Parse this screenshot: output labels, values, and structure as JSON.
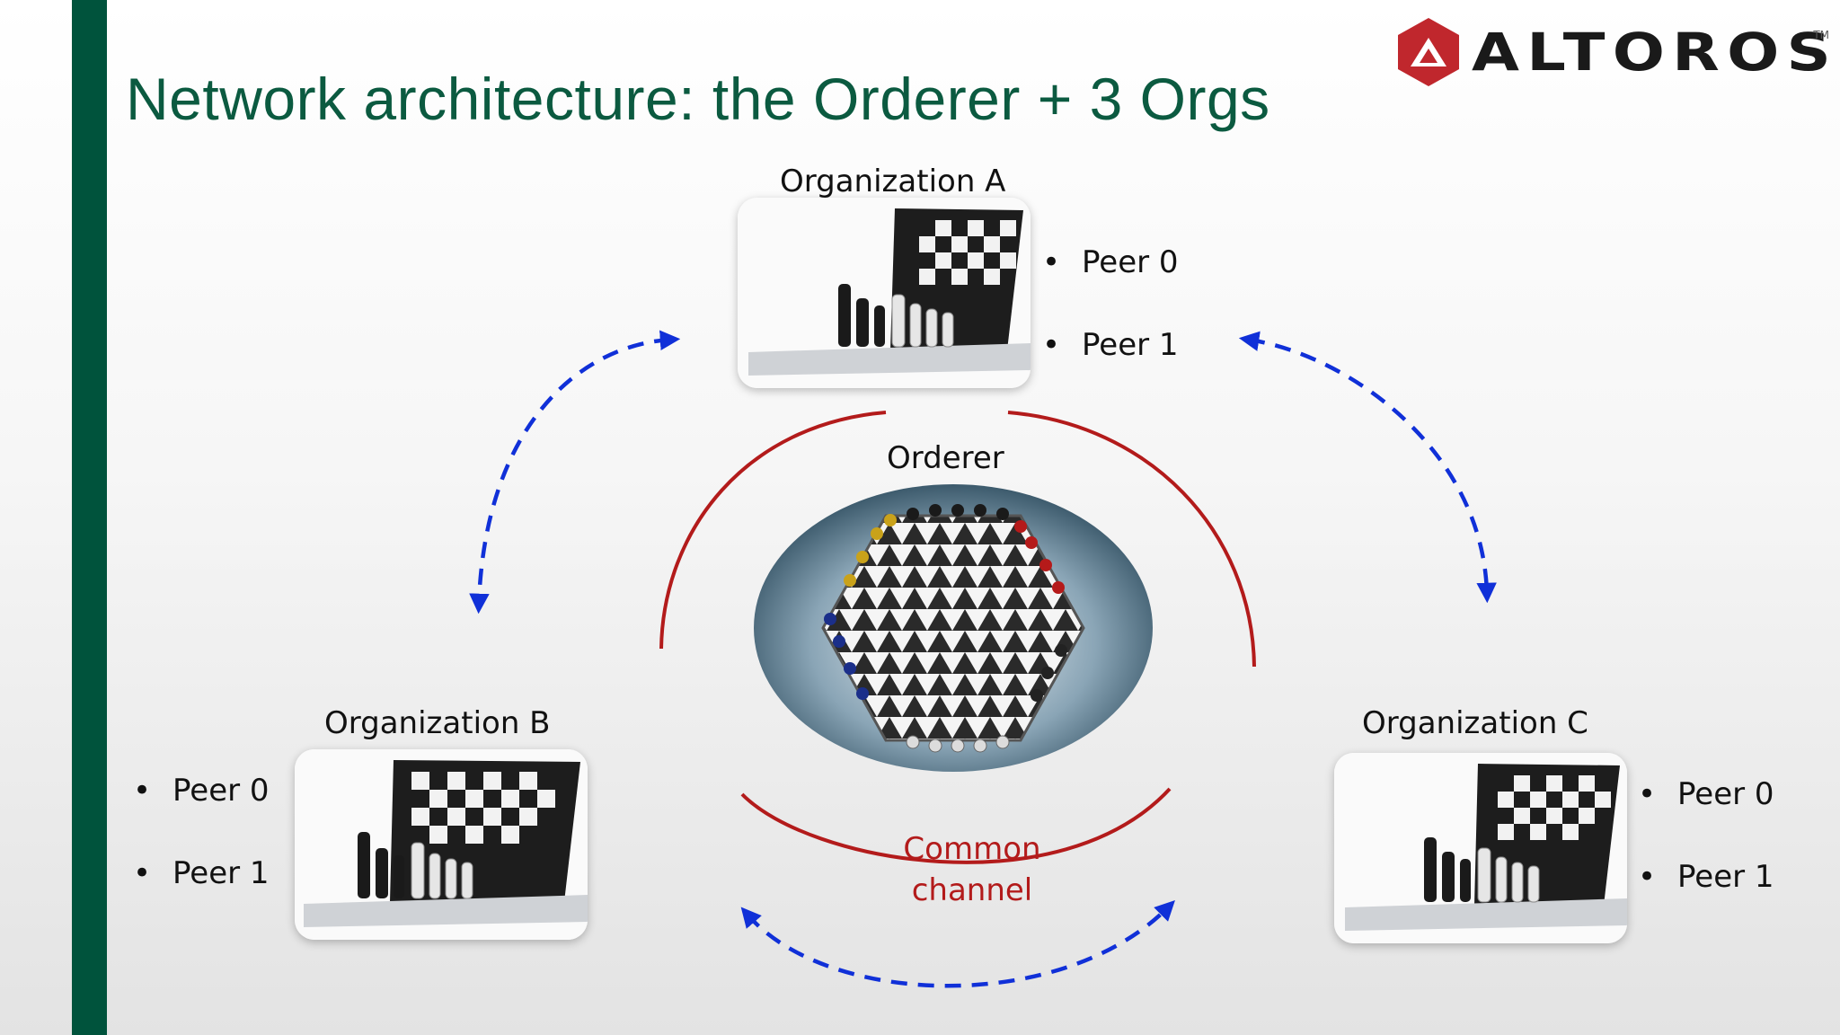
{
  "slide": {
    "title": "Network architecture: the Orderer + 3 Orgs",
    "brand": "ALTOROS",
    "brand_tm": "TM"
  },
  "orderer": {
    "label": "Orderer"
  },
  "channel": {
    "line1": "Common",
    "line2": "channel"
  },
  "orgs": [
    {
      "name": "Organization A",
      "peers": [
        "Peer 0",
        "Peer 1"
      ]
    },
    {
      "name": "Organization B",
      "peers": [
        "Peer 0",
        "Peer 1"
      ]
    },
    {
      "name": "Organization C",
      "peers": [
        "Peer 0",
        "Peer 1"
      ]
    }
  ],
  "colors": {
    "sidebar": "#00533c",
    "title": "#0b5a40",
    "channel_arc": "#b31b1b",
    "peer_link": "#1030d8",
    "logo_red": "#c0272d"
  },
  "icons": [
    "laptop-chess-image",
    "hexagonal-chessboard-image",
    "altoros-logo-icon"
  ]
}
